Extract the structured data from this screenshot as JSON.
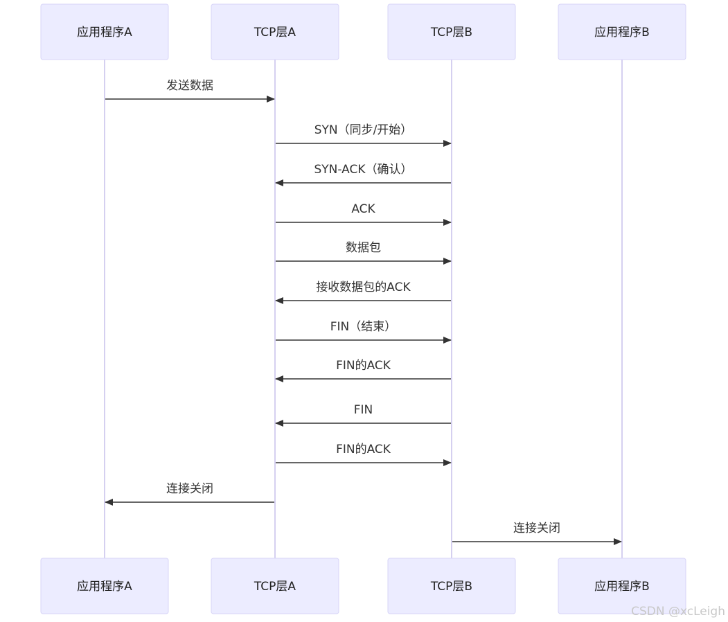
{
  "actors": [
    "应用程序A",
    "TCP层A",
    "TCP层B",
    "应用程序B"
  ],
  "messages": [
    {
      "from": 0,
      "to": 1,
      "text": "发送数据"
    },
    {
      "from": 1,
      "to": 2,
      "text": "SYN（同步/开始）"
    },
    {
      "from": 2,
      "to": 1,
      "text": "SYN-ACK（确认）"
    },
    {
      "from": 1,
      "to": 2,
      "text": "ACK"
    },
    {
      "from": 1,
      "to": 2,
      "text": "数据包"
    },
    {
      "from": 2,
      "to": 1,
      "text": "接收数据包的ACK"
    },
    {
      "from": 1,
      "to": 2,
      "text": "FIN（结束）"
    },
    {
      "from": 2,
      "to": 1,
      "text": "FIN的ACK"
    },
    {
      "from": 2,
      "to": 1,
      "text": "FIN"
    },
    {
      "from": 1,
      "to": 2,
      "text": "FIN的ACK"
    },
    {
      "from": 1,
      "to": 0,
      "text": "连接关闭"
    },
    {
      "from": 2,
      "to": 3,
      "text": "连接关闭"
    }
  ],
  "watermark": "CSDN @xcLeigh"
}
